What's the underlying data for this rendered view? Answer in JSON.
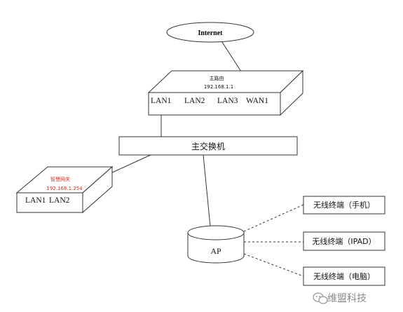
{
  "internet": {
    "label": "Internet"
  },
  "main_router": {
    "name": "主路由",
    "ip": "192.168.1.1",
    "ports": [
      "LAN1",
      "LAN2",
      "LAN3",
      "WAN1"
    ]
  },
  "main_switch": {
    "label": "主交换机"
  },
  "gateway": {
    "name": "智慧网关",
    "ip": "192.168.1.254",
    "ports": [
      "LAN1",
      "LAN2"
    ]
  },
  "ap": {
    "label": "AP"
  },
  "terminals": [
    {
      "label": "无线终端（手机）"
    },
    {
      "label": "无线终端（IPAD）"
    },
    {
      "label": "无线终端（电脑）"
    }
  ],
  "watermark": {
    "text": "维盟科技"
  }
}
